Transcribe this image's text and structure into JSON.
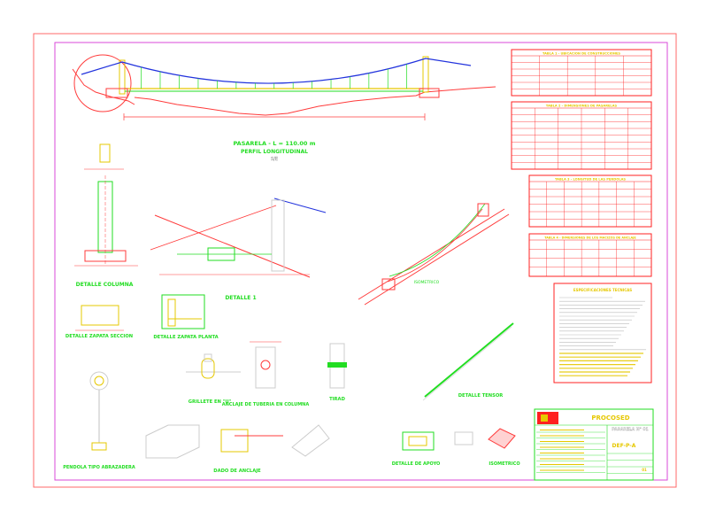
{
  "labels": {
    "main_title": "PASARELA - L = 110.00 m",
    "main_subtitle": "PERFIL LONGITUDINAL",
    "main_scale": "S/E",
    "detalle_columna": "DETALLE COLUMNA",
    "detalle_1": "DETALLE 1",
    "detalle_zapata_seccion": "DETALLE ZAPATA SECCION",
    "detalle_zapata_planta": "DETALLE ZAPATA PLANTA",
    "grillete": "GRILLETE EN \"U\"",
    "anclaje_tuberia": "ANCLAJE DE TUBERIA EN COLUMNA",
    "tirad": "TIRAD",
    "pendola": "PENDOLA TIPO ABRAZADERA",
    "dado_anclaje": "DADO DE ANCLAJE",
    "detalle_tensor": "DETALLE TENSOR",
    "detalle_apoyo": "DETALLE DE APOYO",
    "isometrico_small": "ISOMETRICO",
    "isometrico_large": "ISOMETRICO"
  },
  "tables": [
    {
      "title": "TABLA 1 - UBICACION DE CONSTRUCCIONES",
      "rows": 6,
      "cols": 5
    },
    {
      "title": "TABLA 2 - DIMENSIONES DE PASARELAS",
      "rows": 9,
      "cols": 6
    },
    {
      "title": "TABLA 3 - LONGITUD DE LAS PENDOLAS",
      "rows": 6,
      "cols": 7
    },
    {
      "title": "TABLA 4 - DIMENSIONES DE LOS MACIZOS DE ANCLAJE",
      "rows": 4,
      "cols": 7
    }
  ],
  "specs": {
    "title": "ESPECIFICACIONES TECNICAS"
  },
  "title_block": {
    "company": "PROCOSED",
    "project": "PASARELA N° 01",
    "sheet_code": "DEF-P-A",
    "sheet_no": "01"
  },
  "colors": {
    "border": "#ff4d4d",
    "inner_border": "#d94ad9",
    "table_border": "#ff2020",
    "green": "#22dd22",
    "yellow": "#e6c800",
    "blue": "#2233dd",
    "red": "#ff2222"
  }
}
